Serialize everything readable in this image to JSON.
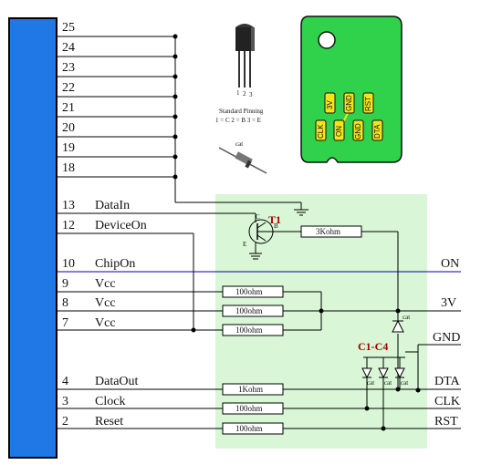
{
  "connector": {
    "pins_top": [
      "25",
      "24",
      "23",
      "22",
      "21",
      "20",
      "19",
      "18"
    ],
    "pins": [
      {
        "num": "13",
        "label": "DataIn"
      },
      {
        "num": "12",
        "label": "DeviceOn"
      },
      {
        "num": "10",
        "label": "ChipOn"
      },
      {
        "num": "9",
        "label": "Vcc"
      },
      {
        "num": "8",
        "label": "Vcc"
      },
      {
        "num": "7",
        "label": "Vcc"
      },
      {
        "num": "4",
        "label": "DataOut"
      },
      {
        "num": "3",
        "label": "Clock"
      },
      {
        "num": "2",
        "label": "Reset"
      }
    ]
  },
  "transistor": {
    "name": "T1",
    "pin_c": "C",
    "pin_b": "B",
    "pin_e": "E",
    "pinning_title": "Standard Pinning",
    "pinning_text": "1 = C   2 = B   3 = E",
    "leg_numbers": [
      "1",
      "2",
      "3"
    ]
  },
  "diode_label": "cat",
  "capacitor_group": "C1-C4",
  "resistors": {
    "base": "3Kohm",
    "vcc1": "100ohm",
    "vcc2": "100ohm",
    "vcc3": "100ohm",
    "data": "1Kohm",
    "clock": "100ohm",
    "reset": "100ohm"
  },
  "outputs": [
    "ON",
    "3V",
    "GND",
    "DTA",
    "CLK",
    "RST"
  ],
  "card": {
    "pads": [
      "3V",
      "GND",
      "RST",
      "CLK",
      "ON",
      "GND",
      "DTA"
    ]
  },
  "colors": {
    "connector": "#1f78e6",
    "board": "#d9f7d6",
    "card": "#2fd24a",
    "pad": "#f4e41a",
    "accent_red": "#a00000",
    "on_line": "#0000aa"
  }
}
